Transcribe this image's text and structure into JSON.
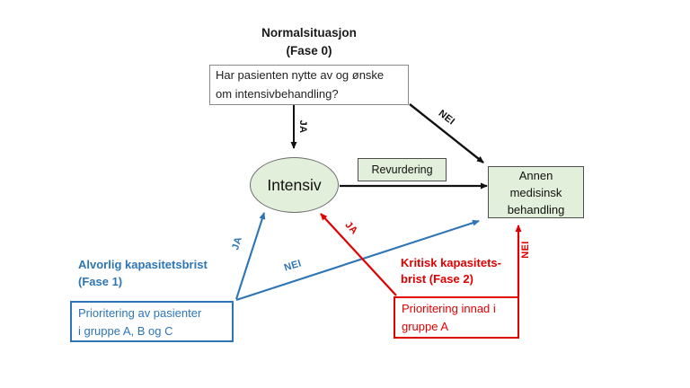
{
  "colors": {
    "node_fill_green": "#e2efda",
    "blue_accent": "#2e75b6",
    "red_accent": "#e00000",
    "black": "#1a1a1a",
    "question_border_gray": "#8a8a8a"
  },
  "flowchart": {
    "phase0": {
      "title_line1": "Normalsituasjon",
      "title_line2": "(Fase 0)",
      "question_line1": "Har pasienten nytte av og ønske",
      "question_line2": "om intensivbehandling?",
      "ja_label": "JA",
      "nei_label": "NEI"
    },
    "nodes": {
      "intensiv": "Intensiv",
      "revurdering": "Revurdering",
      "annen_line1": "Annen",
      "annen_line2": "medisinsk",
      "annen_line3": "behandling"
    },
    "phase1": {
      "heading_line1": "Alvorlig kapasitetsbrist",
      "heading_line2": "(Fase 1)",
      "box_line1": "Prioritering av pasienter",
      "box_line2": "i gruppe A, B og C",
      "ja_label": "JA",
      "nei_label": "NEI"
    },
    "phase2": {
      "heading_line1": "Kritisk kapasitets-",
      "heading_line2": "brist (Fase 2)",
      "box_line1": "Prioritering innad i",
      "box_line2": "gruppe A",
      "ja_label": "JA",
      "nei_label": "NEI"
    }
  }
}
